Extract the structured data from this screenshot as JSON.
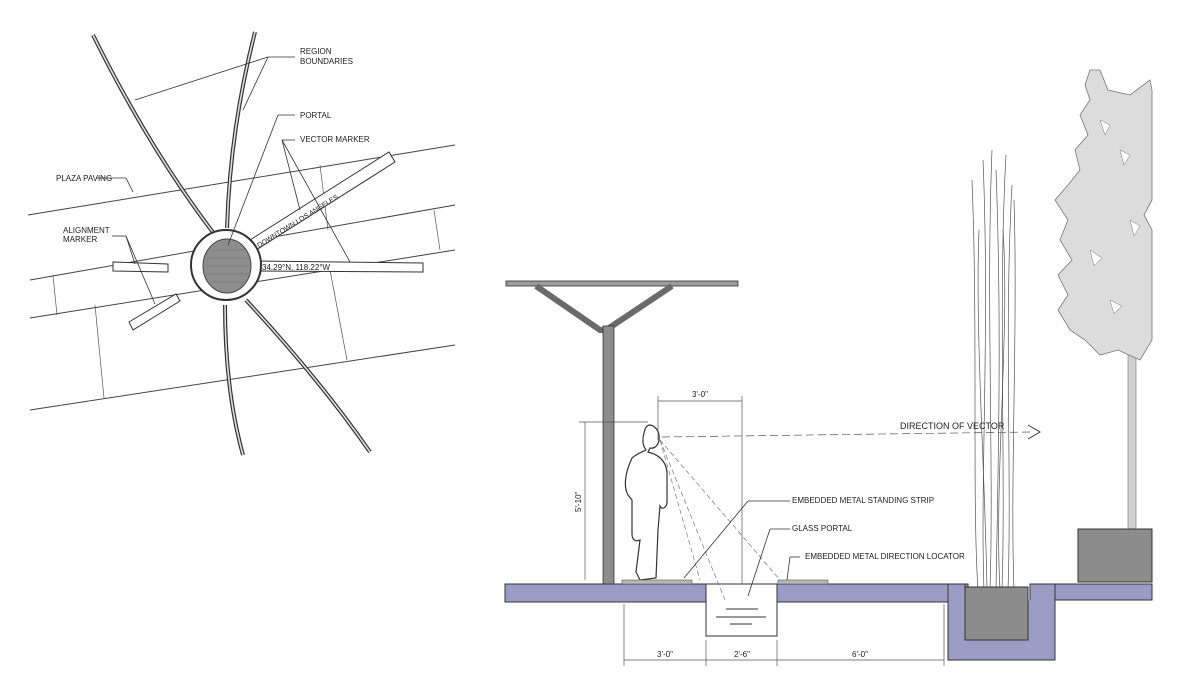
{
  "plan": {
    "labels": {
      "region_boundaries": [
        "REGION",
        "BOUNDARIES"
      ],
      "portal": "PORTAL",
      "vector_marker": "VECTOR MARKER",
      "plaza_paving": "PLAZA PAVING",
      "alignment_marker": [
        "ALIGNMENT",
        "MARKER"
      ]
    },
    "marker_text_1": "34.29°N, 118.22°W",
    "marker_text_2": "DOWNTOWN  LOS ANGELES"
  },
  "section": {
    "labels": {
      "direction_of_vector": "DIRECTION OF VECTOR",
      "standing_strip": "EMBEDDED METAL STANDING STRIP",
      "glass_portal": "GLASS PORTAL",
      "direction_locator": "EMBEDDED METAL DIRECTION LOCATOR"
    },
    "dimensions": {
      "top_width": "3'-0\"",
      "height": "5'-10\"",
      "bottom_1": "3'-0\"",
      "bottom_2": "2'-6\"",
      "bottom_3": "6'-0\""
    },
    "colors": {
      "ground": "#9a9cc6",
      "planter": "#8c8c8c",
      "tree": "#dcdcdc"
    }
  }
}
